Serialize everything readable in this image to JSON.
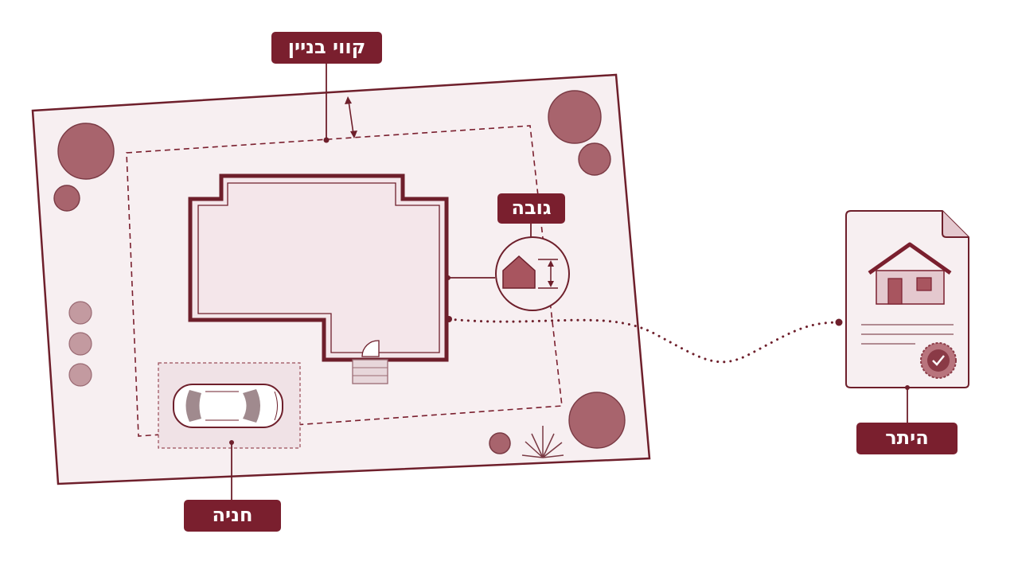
{
  "labels": {
    "setback_lines": "קווי בניין",
    "height": "גובה",
    "permit": "היתר",
    "parking": "חניה"
  },
  "colors": {
    "primary": "#7a1f2e",
    "plot_fill": "#f7eff1",
    "building_fill": "#f4e6ea",
    "tree": "#a8646d",
    "tree_dark": "#7a3a44",
    "parking_fill": "#f0e2e6"
  },
  "icons": [
    "tree-icon",
    "car-icon",
    "house-icon",
    "document-icon",
    "certified-badge-icon",
    "palm-icon"
  ]
}
